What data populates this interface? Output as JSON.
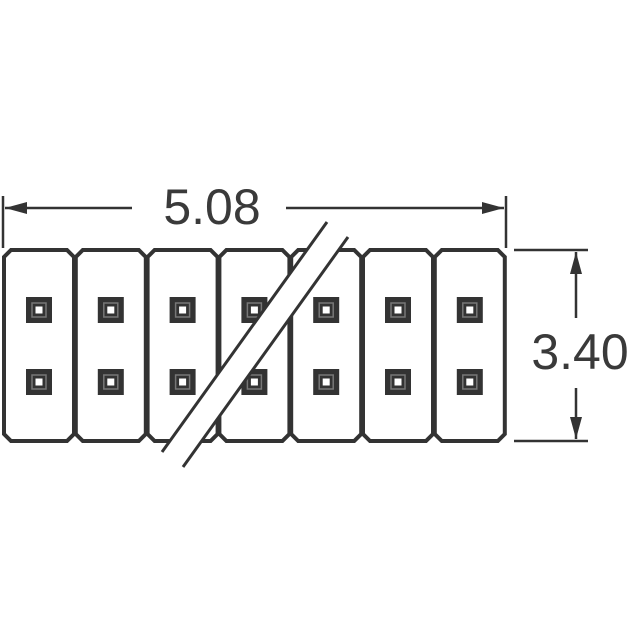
{
  "diagram": {
    "width_label": "5.08",
    "height_label": "3.40",
    "positions": 7,
    "rows": 2,
    "line_color": "#333333",
    "break_mark": true
  }
}
